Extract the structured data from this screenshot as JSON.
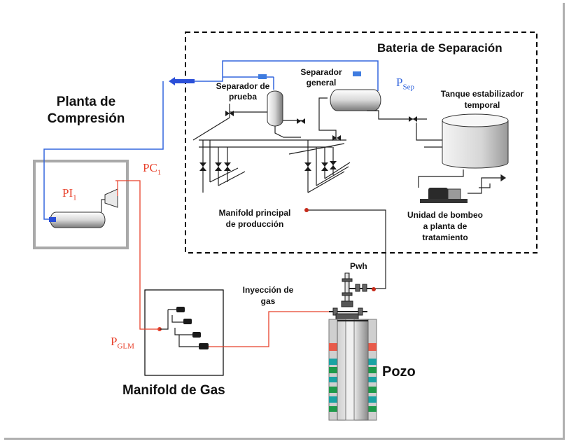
{
  "title_battery": "Bateria de Separación",
  "plant": {
    "line1": "Planta de",
    "line2": "Compresión"
  },
  "pc1": {
    "main": "PC",
    "sub": "1"
  },
  "pi1": {
    "main": "PI",
    "sub": "1"
  },
  "psep": {
    "main": "P",
    "sub": "Sep"
  },
  "pglm": {
    "main": "P",
    "sub": "GLM"
  },
  "test_separator": {
    "line1": "Separador de",
    "line2": "prueba"
  },
  "general_separator": {
    "line1": "Separador",
    "line2": "general"
  },
  "tank": {
    "line1": "Tanque estabilizador",
    "line2": "temporal"
  },
  "manifold_production": {
    "line1": "Manifold principal",
    "line2": "de producción"
  },
  "pump_unit": {
    "line1": "Unidad de bombeo",
    "line2": "a planta de",
    "line3": "tratamiento"
  },
  "pwh": "Pwh",
  "gas_injection": {
    "line1": "Inyección de",
    "line2": "gas"
  },
  "gas_manifold": "Manifold de Gas",
  "well": "Pozo",
  "colors": {
    "gas_line": "#e8412b",
    "blue_line": "#3366dd",
    "casing_teal": "#1aa3a3",
    "casing_green": "#1e9a4a",
    "casing_red": "#e85a4a"
  }
}
